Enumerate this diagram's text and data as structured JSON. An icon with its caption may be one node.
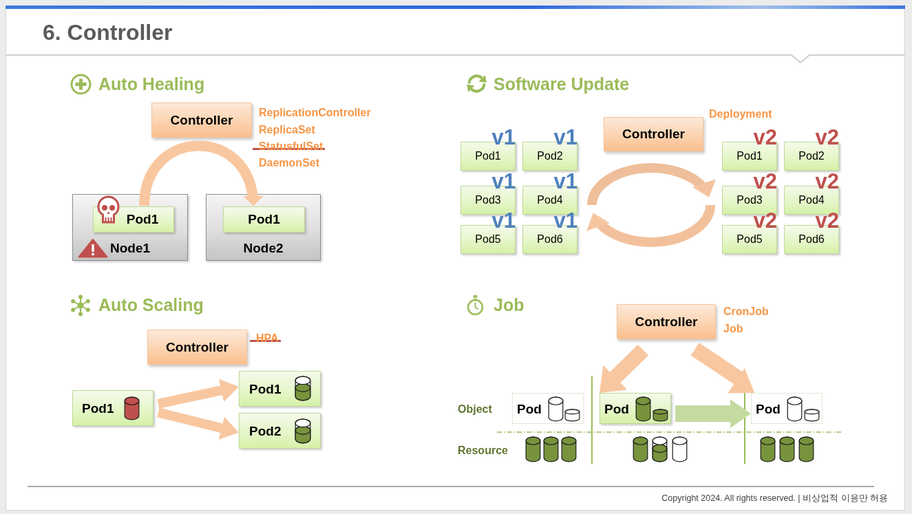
{
  "diagram": {
    "title": "6. Controller",
    "nodes": [
      {
        "text": [
          "Controller"
        ],
        "beside": [
          "ReplicationController",
          "ReplicaSet",
          "StatusfulSet",
          "DaemonSet"
        ]
      },
      {
        "text": [
          "Node1"
        ]
      },
      {
        "text": [
          "Pod1"
        ],
        "in": 1
      },
      {
        "text": [
          "Node2"
        ]
      },
      {
        "text": [
          "Pod1"
        ],
        "in": 3
      },
      {
        "text": [
          "Controller"
        ],
        "beside": [
          "Deployment"
        ]
      },
      {
        "text": [
          "Pod1"
        ],
        "beside": [
          "v1"
        ]
      },
      {
        "text": [
          "Pod2"
        ],
        "beside": [
          "v1"
        ]
      },
      {
        "text": [
          "Pod3"
        ],
        "beside": [
          "v1"
        ]
      },
      {
        "text": [
          "Pod4"
        ],
        "beside": [
          "v1"
        ]
      },
      {
        "text": [
          "Pod5"
        ],
        "beside": [
          "v1"
        ]
      },
      {
        "text": [
          "Pod6"
        ],
        "beside": [
          "v1"
        ]
      },
      {
        "text": [
          "Pod1"
        ],
        "beside": [
          "v2"
        ]
      },
      {
        "text": [
          "Pod2"
        ],
        "beside": [
          "v2"
        ]
      },
      {
        "text": [
          "Pod3"
        ],
        "beside": [
          "v2"
        ]
      },
      {
        "text": [
          "Pod4"
        ],
        "beside": [
          "v2"
        ]
      },
      {
        "text": [
          "Pod5"
        ],
        "beside": [
          "v2"
        ]
      },
      {
        "text": [
          "Pod6"
        ],
        "beside": [
          "v2"
        ]
      },
      {
        "text": [
          "Controller"
        ],
        "beside": [
          "HPA"
        ]
      },
      {
        "text": [
          "Pod1"
        ]
      },
      {
        "text": [
          "Pod1"
        ]
      },
      {
        "text": [
          "Pod2"
        ]
      },
      {
        "text": [
          "Controller"
        ],
        "beside": [
          "CronJob",
          "Job"
        ]
      },
      {
        "text": [
          "Pod"
        ]
      },
      {
        "text": [
          "Pod"
        ]
      },
      {
        "text": [
          "Pod"
        ]
      }
    ],
    "edges": [
      {
        "from": 2,
        "to": 4,
        "arrow": "to"
      },
      {
        "from": 19,
        "to": 20,
        "arrow": "to"
      },
      {
        "from": 19,
        "to": 21,
        "arrow": "to"
      },
      {
        "from": 22,
        "to": 24,
        "arrow": "to"
      },
      {
        "from": 22,
        "to": 25,
        "arrow": "to"
      },
      {
        "from": 24,
        "to": 25,
        "arrow": "to",
        "color": "#c4dba0"
      }
    ],
    "labels": [
      "Auto Healing",
      "Software Update",
      "Auto Scaling",
      "Job",
      "Object",
      "Resource",
      "Copyright 2024. All rights reserved. | 비상업적 이용만 허용"
    ]
  }
}
